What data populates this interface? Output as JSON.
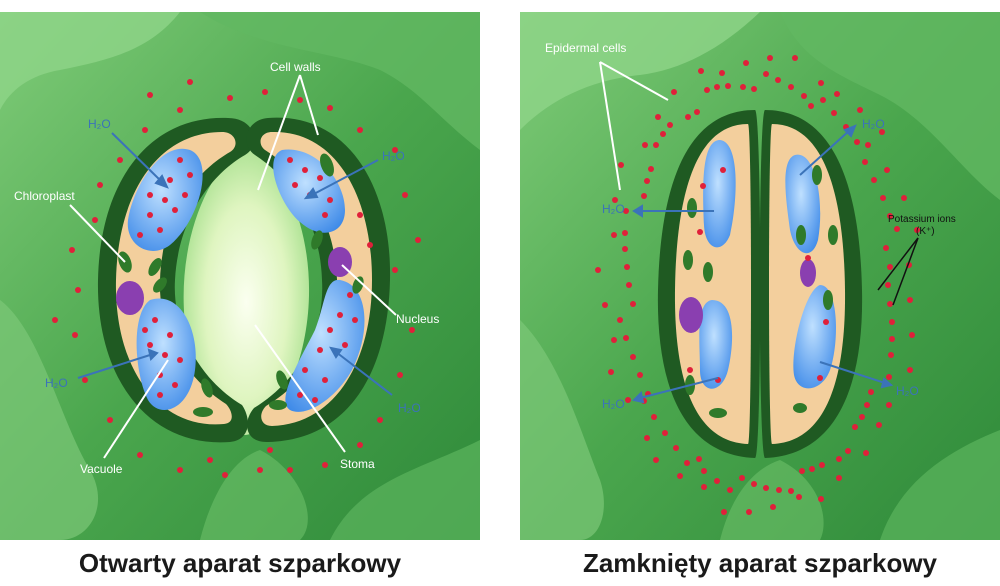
{
  "panels": {
    "open": {
      "caption": "Otwarty aparat szparkowy",
      "labels": {
        "cell_walls": "Cell walls",
        "chloroplast": "Chloroplast",
        "nucleus": "Nucleus",
        "vacuole": "Vacuole",
        "stoma": "Stoma",
        "water": "H₂O"
      }
    },
    "closed": {
      "caption": "Zamknięty aparat szparkowy",
      "labels": {
        "epidermal_cells": "Epidermal cells",
        "potassium_ions": "Potassium ions",
        "potassium_symbol": "(K⁺)",
        "water": "H₂O"
      }
    }
  },
  "colors": {
    "leaf_green": "#3f9e48",
    "light_green": "#8fd488",
    "guard_cell_wall": "#1f5a22",
    "cytoplasm": "#f3cf9d",
    "vacuole": "#4f9df0",
    "nucleus": "#8a3fb0",
    "chloroplast": "#2f7a2a",
    "potassium_ion": "#e0203a",
    "water_label": "#3b73b9",
    "stoma_glow": "#f2fbe0"
  }
}
